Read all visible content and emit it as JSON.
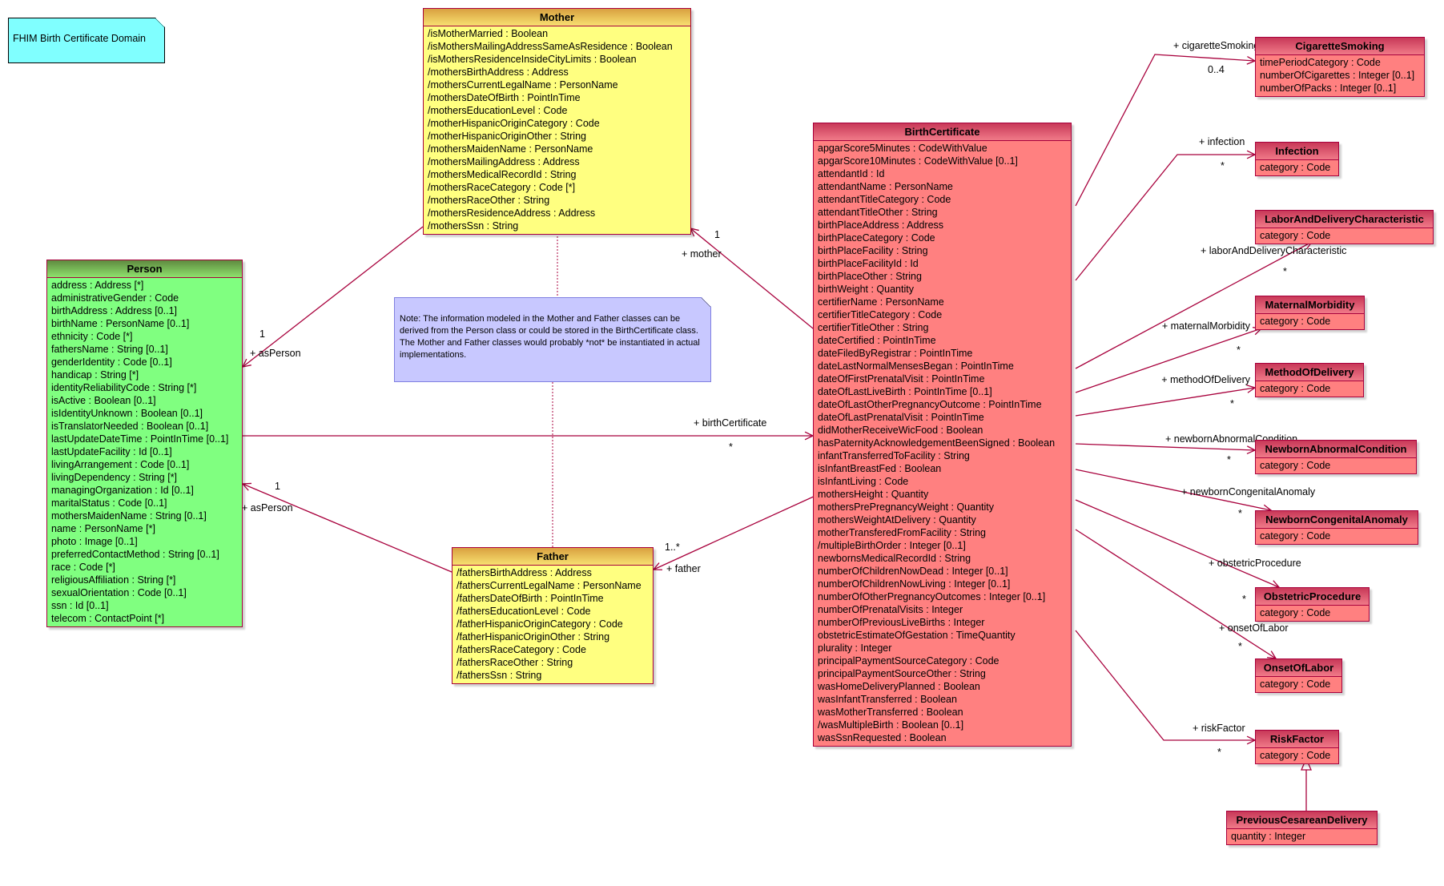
{
  "notes": {
    "title": "FHIM Birth Certificate Domain",
    "info": "Note: The information modeled in the Mother and Father classes can be derived from the Person class or could be stored in the BirthCertificate class.  The Mother and Father classes would probably *not* be instantiated in actual implementations."
  },
  "colors": {
    "border": "#a8003c",
    "mother_father": "#ffff80",
    "person": "#80ff80",
    "birth_certificate": "#ff8080",
    "title_note": "#80ffff",
    "info_note": "#c8c8ff"
  },
  "classes": {
    "mother": {
      "name": "Mother",
      "attributes": [
        "/isMotherMarried : Boolean",
        "/isMothersMailingAddressSameAsResidence : Boolean",
        "/isMothersResidenceInsideCityLimits : Boolean",
        "/mothersBirthAddress : Address",
        "/mothersCurrentLegalName : PersonName",
        "/mothersDateOfBirth : PointInTime",
        "/mothersEducationLevel : Code",
        "/motherHispanicOriginCategory : Code",
        "/motherHispanicOriginOther : String",
        "/mothersMaidenName : PersonName",
        "/mothersMailingAddress : Address",
        "/mothersMedicalRecordId : String",
        "/mothersRaceCategory : Code [*]",
        "/mothersRaceOther : String",
        "/mothersResidenceAddress : Address",
        "/mothersSsn : String"
      ]
    },
    "person": {
      "name": "Person",
      "attributes": [
        "address : Address [*]",
        "administrativeGender : Code",
        "birthAddress : Address [0..1]",
        "birthName : PersonName [0..1]",
        "ethnicity : Code [*]",
        "fathersName : String [0..1]",
        "genderIdentity : Code [0..1]",
        "handicap : String [*]",
        "identityReliabilityCode : String [*]",
        "isActive : Boolean [0..1]",
        "isIdentityUnknown : Boolean [0..1]",
        "isTranslatorNeeded : Boolean [0..1]",
        "lastUpdateDateTime : PointInTime [0..1]",
        "lastUpdateFacility : Id [0..1]",
        "livingArrangement : Code [0..1]",
        "livingDependency : String [*]",
        "managingOrganization : Id [0..1]",
        "maritalStatus : Code [0..1]",
        "mothersMaidenName : String [0..1]",
        "name : PersonName [*]",
        "photo : Image [0..1]",
        "preferredContactMethod : String [0..1]",
        "race : Code [*]",
        "religiousAffiliation : String [*]",
        "sexualOrientation : Code [0..1]",
        "ssn : Id [0..1]",
        "telecom : ContactPoint [*]"
      ]
    },
    "father": {
      "name": "Father",
      "attributes": [
        "/fathersBirthAddress : Address",
        "/fathersCurrentLegalName : PersonName",
        "/fathersDateOfBirth : PointInTime",
        "/fathersEducationLevel : Code",
        "/fatherHispanicOriginCategory : Code",
        "/fatherHispanicOriginOther : String",
        "/fathersRaceCategory : Code",
        "/fathersRaceOther : String",
        "/fathersSsn : String"
      ]
    },
    "birthCertificate": {
      "name": "BirthCertificate",
      "attributes": [
        "apgarScore5Minutes : CodeWithValue",
        "apgarScore10Minutes : CodeWithValue [0..1]",
        "attendantId : Id",
        "attendantName : PersonName",
        "attendantTitleCategory : Code",
        "attendantTitleOther : String",
        "birthPlaceAddress : Address",
        "birthPlaceCategory : Code",
        "birthPlaceFacility : String",
        "birthPlaceFacilityId : Id",
        "birthPlaceOther : String",
        "birthWeight : Quantity",
        "certifierName : PersonName",
        "certifierTitleCategory : Code",
        "certifierTitleOther : String",
        "dateCertified : PointInTime",
        "dateFiledByRegistrar : PointInTime",
        "dateLastNormalMensesBegan : PointInTime",
        "dateOfFirstPrenatalVisit : PointInTime",
        "dateOfLastLiveBirth : PointInTime [0..1]",
        "dateOfLastOtherPregnancyOutcome : PointInTime",
        "dateOfLastPrenatalVisit : PointInTime",
        "didMotherReceiveWicFood : Boolean",
        "hasPaternityAcknowledgementBeenSigned : Boolean",
        "infantTransferredToFacility : String",
        "isInfantBreastFed : Boolean",
        "isInfantLiving : Code",
        "mothersHeight : Quantity",
        "mothersPrePregnancyWeight : Quantity",
        "mothersWeightAtDelivery : Quantity",
        "motherTransferedFromFacility : String",
        "/multipleBirthOrder : Integer [0..1]",
        "newbornsMedicalRecordId : String",
        "numberOfChildrenNowDead : Integer [0..1]",
        "numberOfChildrenNowLiving : Integer [0..1]",
        "numberOfOtherPregnancyOutcomes : Integer [0..1]",
        "numberOfPrenatalVisits : Integer",
        "numberOfPreviousLiveBirths : Integer",
        "obstetricEstimateOfGestation : TimeQuantity",
        "plurality : Integer",
        "principalPaymentSourceCategory : Code",
        "principalPaymentSourceOther : String",
        "wasHomeDeliveryPlanned : Boolean",
        "wasInfantTransferred : Boolean",
        "wasMotherTransferred : Boolean",
        "/wasMultipleBirth : Boolean [0..1]",
        "wasSsnRequested : Boolean"
      ]
    },
    "cigaretteSmoking": {
      "name": "CigaretteSmoking",
      "attributes": [
        "timePeriodCategory : Code",
        "numberOfCigarettes : Integer [0..1]",
        "numberOfPacks : Integer [0..1]"
      ]
    },
    "infection": {
      "name": "Infection",
      "attributes": [
        "category : Code"
      ]
    },
    "laborAndDelivery": {
      "name": "LaborAndDeliveryCharacteristic",
      "attributes": [
        "category : Code"
      ]
    },
    "maternalMorbidity": {
      "name": "MaternalMorbidity",
      "attributes": [
        "category : Code"
      ]
    },
    "methodOfDelivery": {
      "name": "MethodOfDelivery",
      "attributes": [
        "category : Code"
      ]
    },
    "newbornAbnormal": {
      "name": "NewbornAbnormalCondition",
      "attributes": [
        "category : Code"
      ]
    },
    "newbornCongenital": {
      "name": "NewbornCongenitalAnomaly",
      "attributes": [
        "category : Code"
      ]
    },
    "obstetricProcedure": {
      "name": "ObstetricProcedure",
      "attributes": [
        "category : Code"
      ]
    },
    "onsetOfLabor": {
      "name": "OnsetOfLabor",
      "attributes": [
        "category : Code"
      ]
    },
    "riskFactor": {
      "name": "RiskFactor",
      "attributes": [
        "category : Code"
      ]
    },
    "previousCesarean": {
      "name": "PreviousCesareanDelivery",
      "attributes": [
        "quantity : Integer"
      ]
    }
  },
  "associations": {
    "motherAsPerson": {
      "role": "+ asPerson",
      "multiplicity": "1"
    },
    "mother": {
      "role": "+ mother",
      "multiplicity": "1"
    },
    "birthCertificate": {
      "role": "+ birthCertificate",
      "multiplicity": "*"
    },
    "fatherAsPerson": {
      "role": "+ asPerson",
      "multiplicity": "1"
    },
    "father": {
      "role": "+ father",
      "multiplicity": "1..*"
    },
    "cigaretteSmoking": {
      "role": "+ cigaretteSmoking",
      "multiplicity": "0..4"
    },
    "infection": {
      "role": "+ infection",
      "multiplicity": "*"
    },
    "laborAndDelivery": {
      "role": "+ laborAndDeliveryCharacteristic",
      "multiplicity": "*"
    },
    "maternalMorbidity": {
      "role": "+ maternalMorbidity",
      "multiplicity": "*"
    },
    "methodOfDelivery": {
      "role": "+ methodOfDelivery",
      "multiplicity": "*"
    },
    "newbornAbnormal": {
      "role": "+ newbornAbnormalCondition",
      "multiplicity": "*"
    },
    "newbornCongenital": {
      "role": "+ newbornCongenitalAnomaly",
      "multiplicity": "*"
    },
    "obstetricProcedure": {
      "role": "+ obstetricProcedure",
      "multiplicity": "*"
    },
    "onsetOfLabor": {
      "role": "+ onsetOfLabor",
      "multiplicity": "*"
    },
    "riskFactor": {
      "role": "+ riskFactor",
      "multiplicity": "*"
    }
  }
}
